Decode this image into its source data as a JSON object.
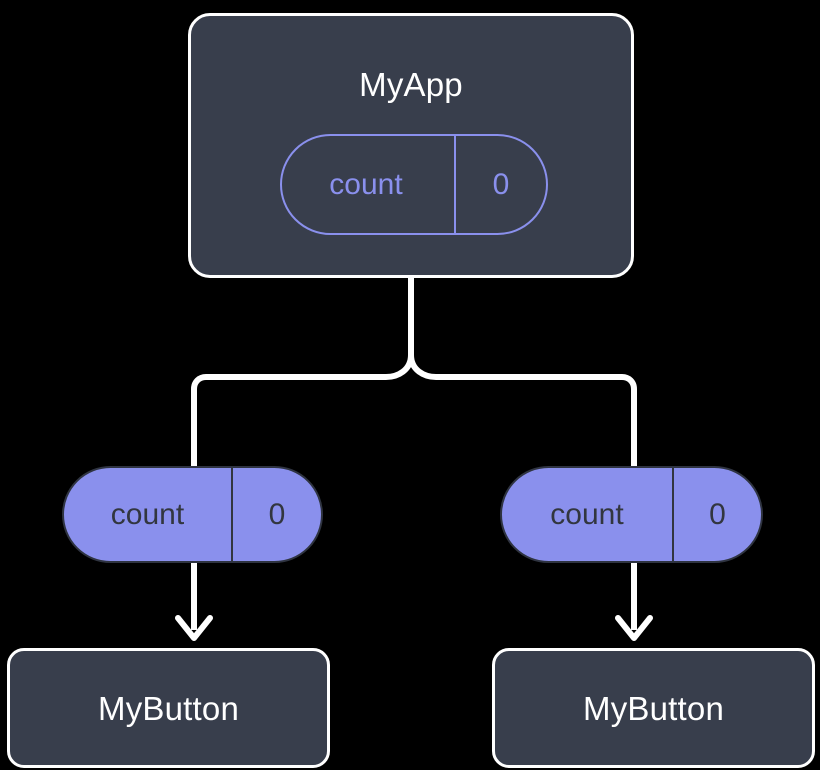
{
  "diagram": {
    "type": "component-state-tree",
    "background_color": "#000000",
    "palette": {
      "box_fill": "#383e4c",
      "box_border": "#ffffff",
      "box_text": "#ffffff",
      "accent_purple": "#8a90ed",
      "pill_text_on_fill": "#32363f",
      "connector": "#ffffff"
    },
    "root": {
      "label": "MyApp",
      "state_pill": {
        "key": "count",
        "value": "0",
        "style": "outlined"
      }
    },
    "children": [
      {
        "state_pill": {
          "key": "count",
          "value": "0",
          "style": "filled"
        },
        "label": "MyButton"
      },
      {
        "state_pill": {
          "key": "count",
          "value": "0",
          "style": "filled"
        },
        "label": "MyButton"
      }
    ]
  }
}
